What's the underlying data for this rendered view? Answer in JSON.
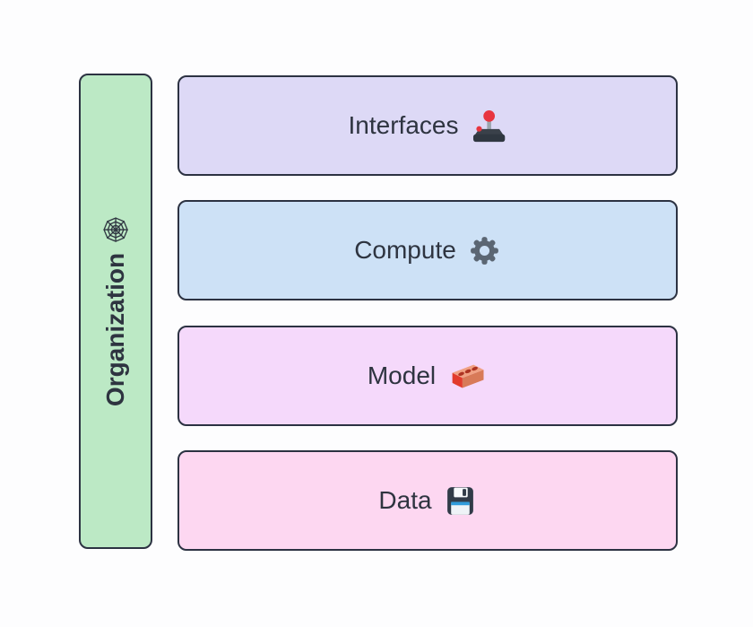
{
  "diagram": {
    "background": "#fdfdfe",
    "border_color": "#2c3242",
    "text_color": "#2e3440",
    "organization": {
      "label": "Organization",
      "icon": "spider-web",
      "fill": "#bce9c5"
    },
    "layers": [
      {
        "label": "Interfaces",
        "icon": "joystick",
        "fill": "#ddd9f6"
      },
      {
        "label": "Compute",
        "icon": "gear",
        "fill": "#cde1f6"
      },
      {
        "label": "Model",
        "icon": "brick",
        "fill": "#f5d9fb"
      },
      {
        "label": "Data",
        "icon": "floppy-disk",
        "fill": "#fdd7f1"
      }
    ]
  }
}
